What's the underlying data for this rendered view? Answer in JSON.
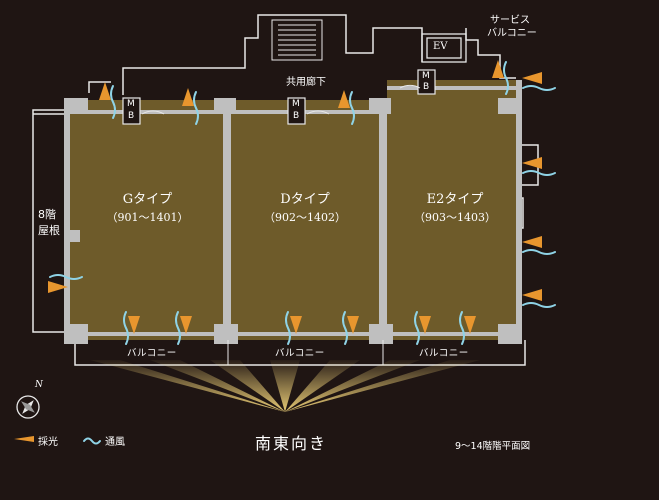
{
  "units": [
    {
      "type": "Gタイプ",
      "range": "（901〜1401）"
    },
    {
      "type": "Dタイプ",
      "range": "（902〜1402）"
    },
    {
      "type": "E2タイプ",
      "range": "（903〜1403）"
    }
  ],
  "labels": {
    "corridor": "共用廊下",
    "service_balcony_1": "サービス",
    "service_balcony_2": "バルコニー",
    "ev": "EV",
    "mb_m": "M",
    "mb_b": "B",
    "roof_1": "8階",
    "roof_2": "屋根",
    "balcony": "バルコニー",
    "direction": "南東向き",
    "plan_title": "9〜14階階平面図",
    "north": "N"
  },
  "legend": {
    "light": "採光",
    "wind": "通風"
  },
  "colors": {
    "background": "#1f1513",
    "floor": "#6e5b2a",
    "wall": "#bfbfbf",
    "light_arrow": "#e8962e",
    "wind_arrow": "#8fd3e6",
    "sun_rays": "#f2d47a"
  }
}
